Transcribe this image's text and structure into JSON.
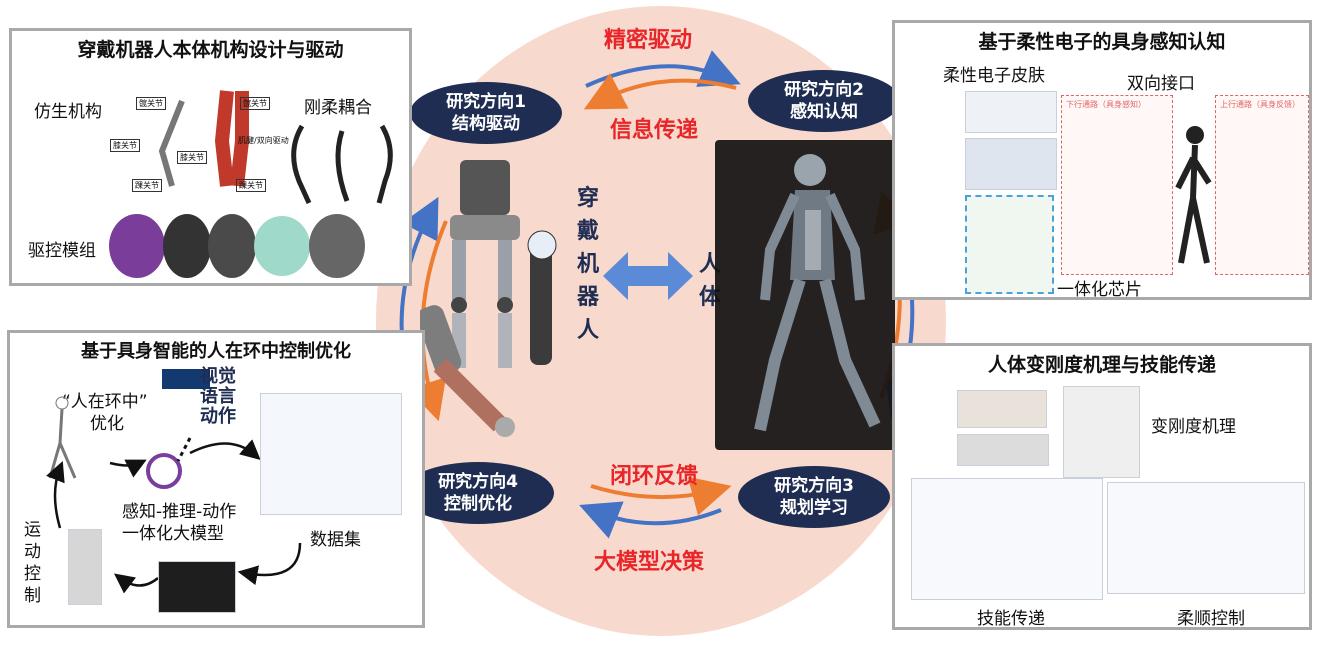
{
  "center": {
    "top_label": "精密驱动",
    "top_label2": "信息传递",
    "bottom_label": "闭环反馈",
    "bottom_label2": "大模型决策",
    "robot_label": "穿戴机器人",
    "human_label": "人体"
  },
  "directions": [
    {
      "line1": "研究方向1",
      "line2": "结构驱动"
    },
    {
      "line1": "研究方向2",
      "line2": "感知认知"
    },
    {
      "line1": "研究方向3",
      "line2": "规划学习"
    },
    {
      "line1": "研究方向4",
      "line2": "控制优化"
    }
  ],
  "panel_tl": {
    "title": "穿戴机器人本体机构设计与驱动",
    "labels": [
      "仿生机构",
      "刚柔耦合",
      "驱控模组"
    ],
    "joint_tags": [
      "髋关节",
      "膝关节",
      "踝关节",
      "髋关节",
      "膝关节",
      "踝关节",
      "肌腱/双向驱动"
    ]
  },
  "panel_tr": {
    "title": "基于柔性电子的具身感知认知",
    "labels": [
      "柔性电子皮肤",
      "双向接口",
      "一体化芯片"
    ],
    "sub_tags": [
      "下行通路（具身感知）",
      "上行通路（具身反馈）"
    ]
  },
  "panel_bl": {
    "title": "基于具身智能的人在环中控制优化",
    "labels": [
      "“人在环中”",
      "优化",
      "感知-推理-动作",
      "一体化大模型",
      "数据集"
    ],
    "vla": [
      "视觉",
      "语言",
      "动作"
    ],
    "side_vertical": [
      "运",
      "动",
      "控",
      "制"
    ]
  },
  "panel_br": {
    "title": "人体变刚度机理与技能传递",
    "labels": [
      "变刚度机理",
      "技能传递",
      "柔顺控制"
    ]
  },
  "colors": {
    "navy": "#1f2d52",
    "red": "#e8262a",
    "circle": "#f8d9cd",
    "arrow_blue": "#4472c4",
    "arrow_orange": "#ed7d31"
  }
}
